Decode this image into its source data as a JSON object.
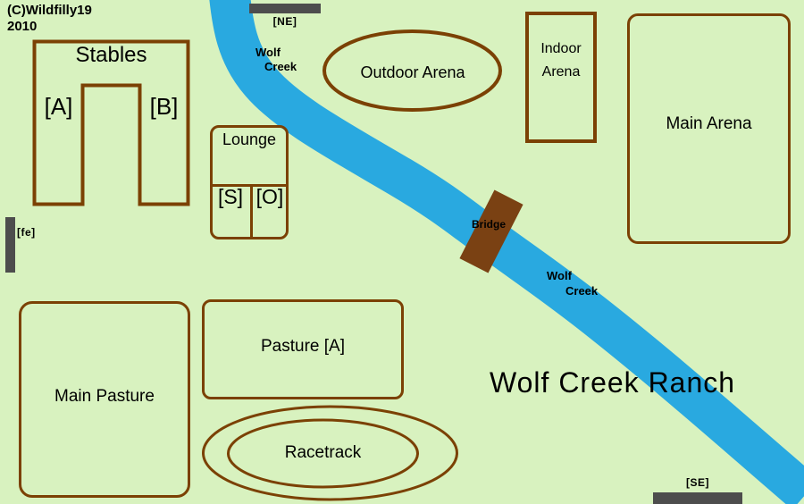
{
  "meta": {
    "copyright": "(C)Wildfilly19",
    "year": "2010"
  },
  "title": "Wolf Creek Ranch",
  "colors": {
    "background": "#D8F2BF",
    "creek": "#29A9E0",
    "outline": "#7B4104",
    "bridge_fill": "#7A4113",
    "exit_marker": "#4D4D4D",
    "text": "#000000"
  },
  "locations": {
    "stables": {
      "label": "Stables",
      "wing_a": "[A]",
      "wing_b": "[B]"
    },
    "lounge": {
      "label": "Lounge",
      "room_s": "[S]",
      "room_o": "[O]"
    },
    "outdoor_arena": {
      "label": "Outdoor Arena"
    },
    "indoor_arena": {
      "label": "Indoor Arena"
    },
    "main_arena": {
      "label": "Main Arena"
    },
    "main_pasture": {
      "label": "Main Pasture"
    },
    "pasture_a": {
      "label": "Pasture [A]"
    },
    "racetrack": {
      "label": "Racetrack"
    },
    "bridge": {
      "label": "Bridge"
    }
  },
  "creek": {
    "upper_label_line1": "Wolf",
    "upper_label_line2": "Creek",
    "lower_label_line1": "Wolf",
    "lower_label_line2": "Creek"
  },
  "exits": {
    "ne": "[NE]",
    "fe": "[fe]",
    "se": "[SE]"
  }
}
